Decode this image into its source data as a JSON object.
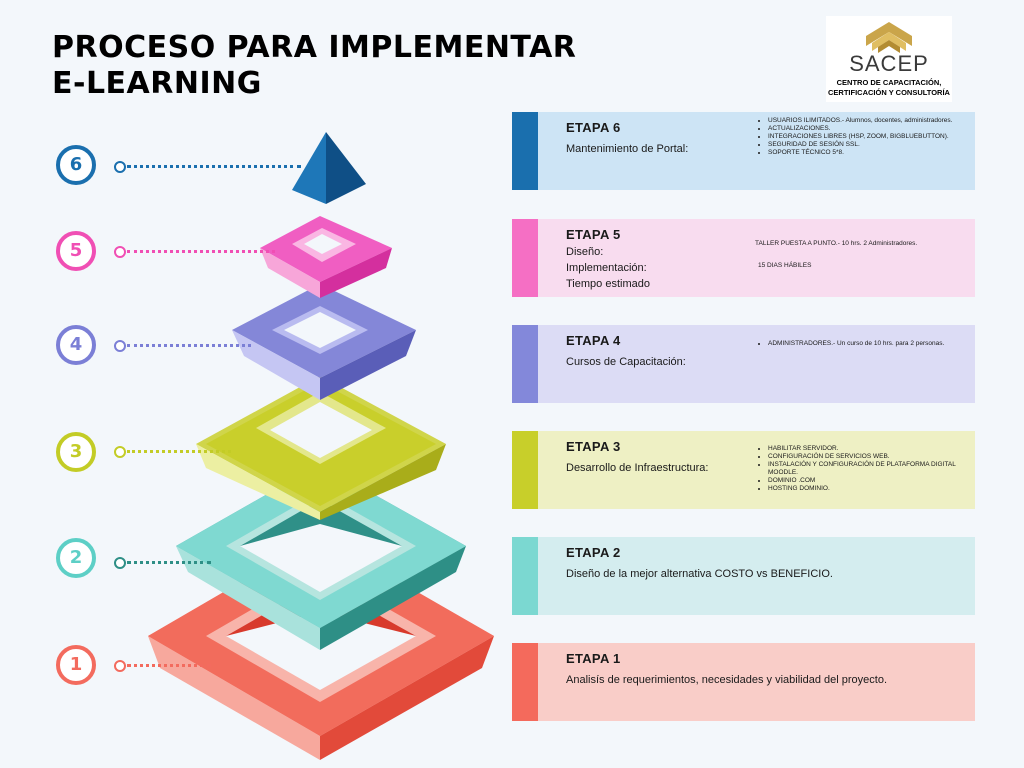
{
  "title": {
    "line1": "PROCESO PARA IMPLEMENTAR",
    "line2": "E-LEARNING"
  },
  "logo": {
    "name": "SACEP",
    "subtitle_line1": "CENTRO DE CAPACITACIÓN,",
    "subtitle_line2": "CERTIFICACIÓN Y CONSULTORÍA"
  },
  "levels": [
    {
      "number": "6",
      "color": "#1a6fae"
    },
    {
      "number": "5",
      "color": "#f04fb4"
    },
    {
      "number": "4",
      "color": "#7b7fd6"
    },
    {
      "number": "3",
      "color": "#c3cc26"
    },
    {
      "number": "2",
      "color": "#5dcfc6"
    },
    {
      "number": "1",
      "color": "#f36b5e"
    }
  ],
  "stages": [
    {
      "title": "ETAPA 6",
      "description": [
        "Mantenimiento de Portal:"
      ],
      "bullets": [
        "USUARIOS ILIMITADOS.- Alumnos, docentes, administradores.",
        "ACTUALIZACIONES.",
        "INTEGRACIONES LIBRES (HSP, ZOOM, BIGBLUEBUTTON).",
        "SEGURIDAD DE SESIÓN SSL.",
        "SOPORTE TÉCNICO 5*8."
      ],
      "notes": [],
      "bar_color": "#1a6fae",
      "bg_color": "#cde4f5"
    },
    {
      "title": "ETAPA 5",
      "description": [
        "Diseño:",
        "Implementación:",
        "Tiempo estimado"
      ],
      "bullets": [],
      "notes": [
        "TALLER PUESTA A PUNTO.- 10 hrs. 2 Administradores.",
        "15 DIAS HÁBILES"
      ],
      "bar_color": "#f56fc4",
      "bg_color": "#f8dcef"
    },
    {
      "title": "ETAPA 4",
      "description": [
        "Cursos de Capacitación:"
      ],
      "bullets": [
        "ADMINISTRADORES.- Un curso de 10 hrs. para 2 personas."
      ],
      "notes": [],
      "bar_color": "#8388da",
      "bg_color": "#dcdcf5"
    },
    {
      "title": "ETAPA 3",
      "description": [
        "Desarrollo de Infraestructura:"
      ],
      "bullets": [
        "HABILITAR SERVIDOR.",
        "CONFIGURACIÓN DE SERVICIOS WEB.",
        "INSTALACIÓN Y CONFIGURACIÓN DE PLATAFORMA DIGITAL MOODLE.",
        "DOMINIO .COM",
        "HOSTING DOMINIO."
      ],
      "notes": [],
      "bar_color": "#c8cf2a",
      "bg_color": "#eef0c4"
    },
    {
      "title": "ETAPA 2",
      "description": [
        "Diseño de la mejor alternativa  COSTO vs BENEFICIO."
      ],
      "bullets": [],
      "notes": [],
      "bar_color": "#7bd8d1",
      "bg_color": "#d4edef"
    },
    {
      "title": "ETAPA 1",
      "description": [
        "Analisís de requerimientos, necesidades y viabilidad del proyecto."
      ],
      "bullets": [],
      "notes": [],
      "bar_color": "#f46a5c",
      "bg_color": "#f9cdc8"
    }
  ]
}
